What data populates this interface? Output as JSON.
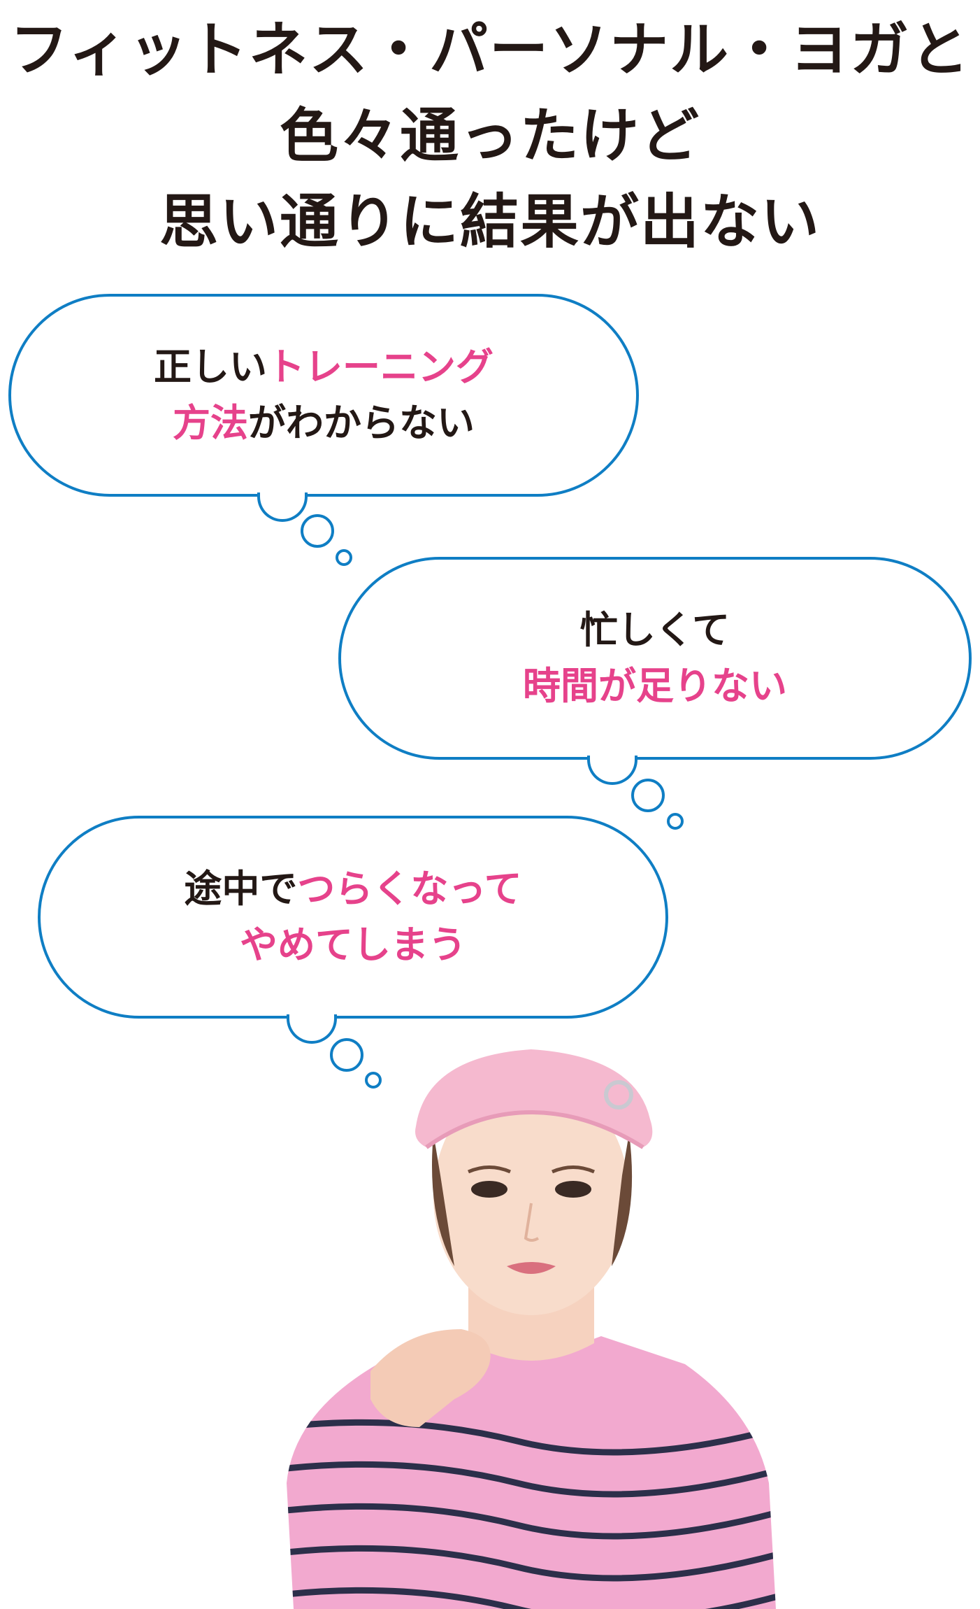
{
  "headline": {
    "line1": "フィットネス・パーソナル・ヨガと",
    "line2": "色々通ったけど",
    "line3": "思い通りに結果が出ない"
  },
  "bubbles": [
    {
      "line1_dark": "正しい",
      "line1_pink": "トレーニング",
      "line2_pink": "方法",
      "line2_dark": "がわからない"
    },
    {
      "line1_dark": "忙しくて",
      "line2_pink": "時間が足りない"
    },
    {
      "line1_dark": "途中で",
      "line1_pink": "つらくなって",
      "line2_pink": "やめてしまう"
    }
  ],
  "colors": {
    "text": "#231815",
    "accent_pink": "#e6428b",
    "bubble_border": "#0f7ec4",
    "shirt": "#f2a9cf",
    "cap": "#f5b9cf"
  },
  "icons": {
    "thought_bubble": "thought-bubble-icon"
  }
}
